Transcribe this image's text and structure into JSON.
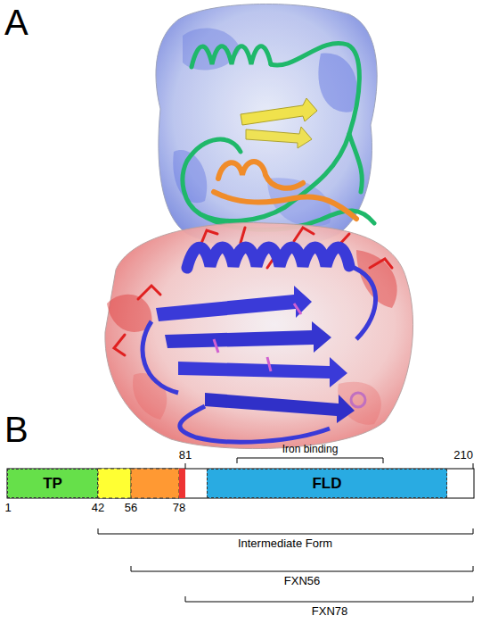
{
  "diagram": {
    "nodes": [
      {
        "text": [
          "TP"
        ]
      },
      {
        "text": [
          "FLD"
        ]
      }
    ],
    "labels": [
      "A",
      "B",
      "Iron binding",
      "81",
      "210",
      "1",
      "42",
      "56",
      "78",
      "Intermediate Form",
      "FXN56",
      "FXN78"
    ]
  }
}
